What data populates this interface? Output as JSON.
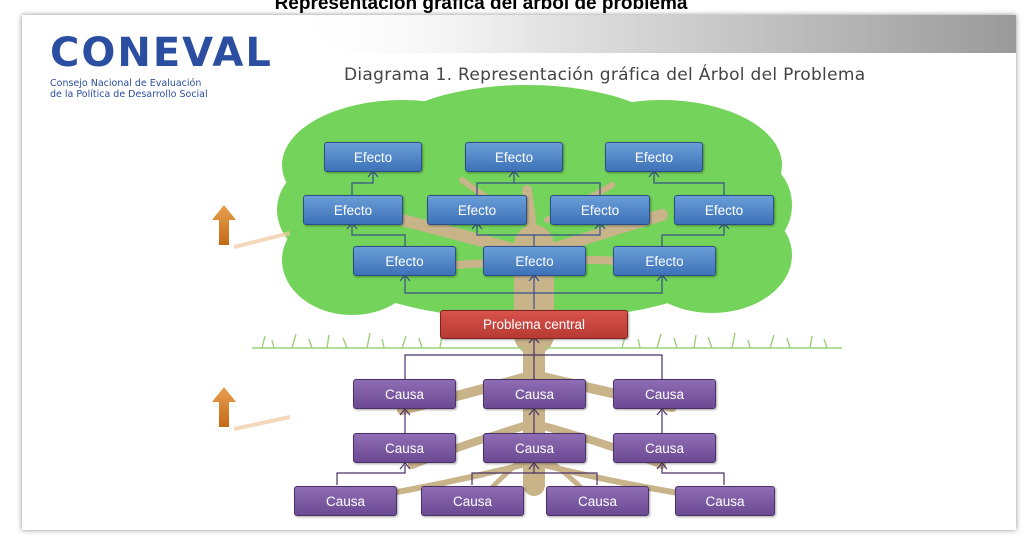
{
  "page_heading": "Representación gráfica del árbol de problema",
  "logo": {
    "wordmark": "CONEVAL",
    "subtitle_line1": "Consejo Nacional de Evaluación",
    "subtitle_line2": "de la Política de Desarrollo Social"
  },
  "diagram_title": "Diagrama 1. Representación gráfica del Árbol del Problema",
  "effects": {
    "top": [
      "Efecto",
      "Efecto",
      "Efecto"
    ],
    "middle": [
      "Efecto",
      "Efecto",
      "Efecto",
      "Efecto"
    ],
    "bottom": [
      "Efecto",
      "Efecto",
      "Efecto"
    ]
  },
  "central_problem": "Problema central",
  "causes": {
    "top": [
      "Causa",
      "Causa",
      "Causa"
    ],
    "middle": [
      "Causa",
      "Causa",
      "Causa"
    ],
    "bottom": [
      "Causa",
      "Causa",
      "Causa",
      "Causa"
    ]
  },
  "colors": {
    "effect_box": "#4a7fc1",
    "cause_box": "#7b59a3",
    "central_box": "#c8443d",
    "foliage": "#74d35a",
    "trunk": "#c9b48a",
    "arrow": "#d8822a"
  }
}
